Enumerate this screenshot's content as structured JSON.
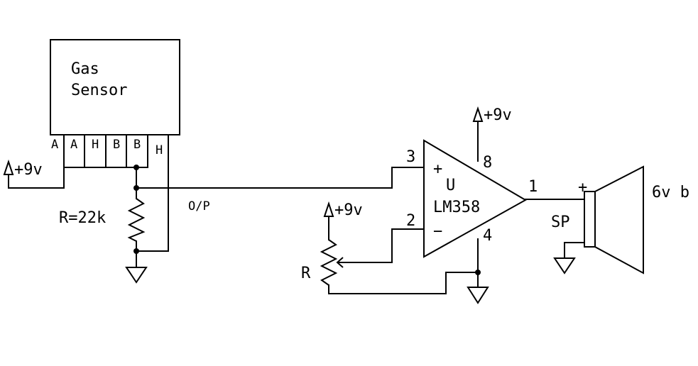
{
  "sensor": {
    "line1": "Gas",
    "line2": "Sensor",
    "pins": [
      "A",
      "A",
      "H",
      "B",
      "B",
      "H"
    ]
  },
  "supply": {
    "label": "+9v"
  },
  "resistor": {
    "label": "R=22k"
  },
  "output": {
    "label": "O/P"
  },
  "pot": {
    "label": "R"
  },
  "opamp": {
    "designator": "U",
    "part": "LM358",
    "plus": "+",
    "minus": "−",
    "pin_in_plus": "3",
    "pin_in_minus": "2",
    "pin_vcc": "8",
    "pin_gnd": "4",
    "pin_out": "1"
  },
  "speaker": {
    "label": "SP",
    "polarity": "+",
    "rating": "6v b"
  }
}
